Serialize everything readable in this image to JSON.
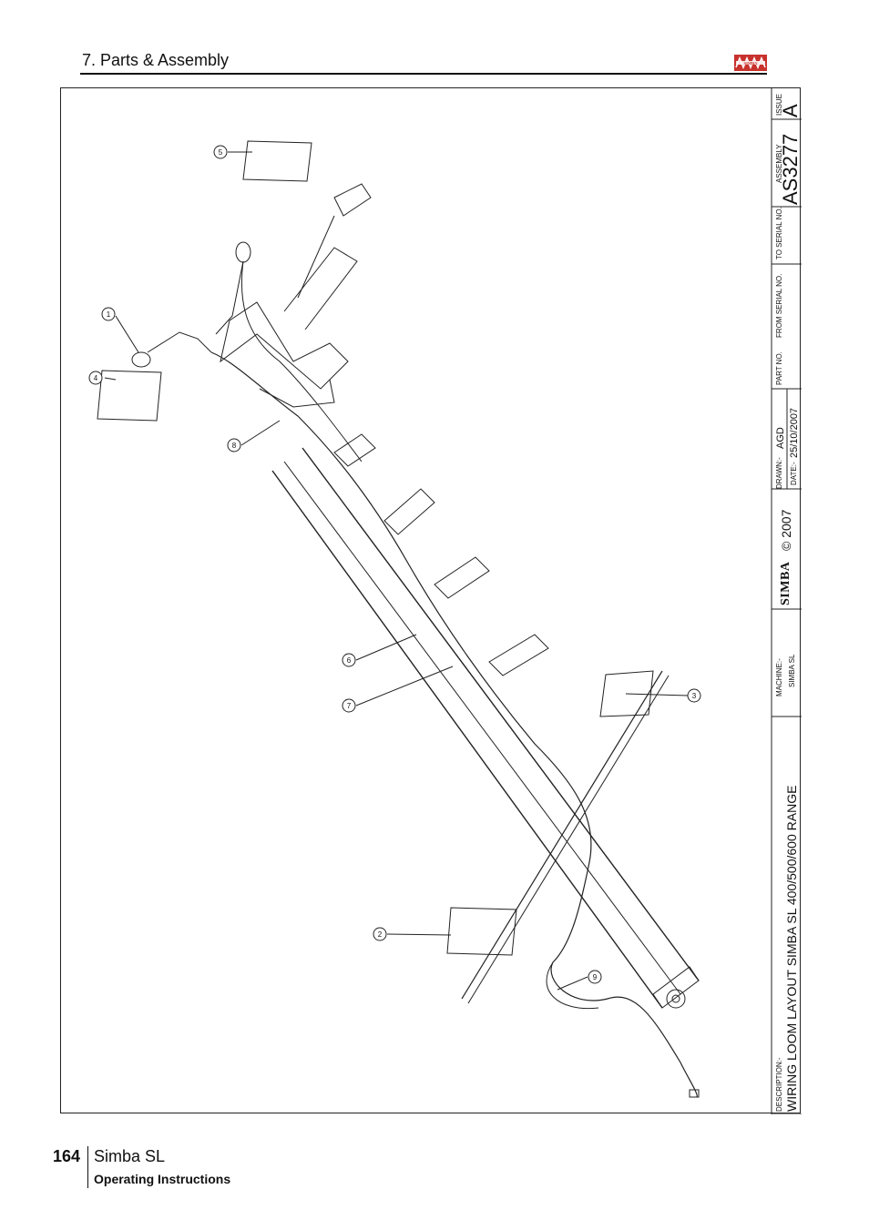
{
  "header": {
    "section_title": "7. Parts & Assembly",
    "logo_icon": "simba-logo"
  },
  "title_block": {
    "issue_label": "ISSUE",
    "issue_value": "A",
    "assembly_label": "ASSEMBLY",
    "assembly_value": "AS3277",
    "to_serial_label": "TO SERIAL NO.",
    "from_serial_label": "FROM SERIAL NO.",
    "part_no_label": "PART NO.",
    "drawn_label": "DRAWN:-",
    "drawn_value": "AGD",
    "date_label": "DATE:-",
    "date_value": "25/10/2007",
    "brand": "SIMBA",
    "copyright": "© 2007",
    "machine_label": "MACHINE:-",
    "machine_value": "SIMBA SL",
    "description_label": "DESCRIPTION:-",
    "description_value": "WIRING LOOM LAYOUT SIMBA SL 400/500/600 RANGE"
  },
  "callouts": [
    "1",
    "2",
    "3",
    "4",
    "5",
    "6",
    "7",
    "8",
    "9"
  ],
  "footer": {
    "page_number": "164",
    "model": "Simba SL",
    "subtitle": "Operating Instructions"
  },
  "colors": {
    "line": "#222222",
    "logo_red": "#c8322d",
    "background": "#ffffff"
  }
}
